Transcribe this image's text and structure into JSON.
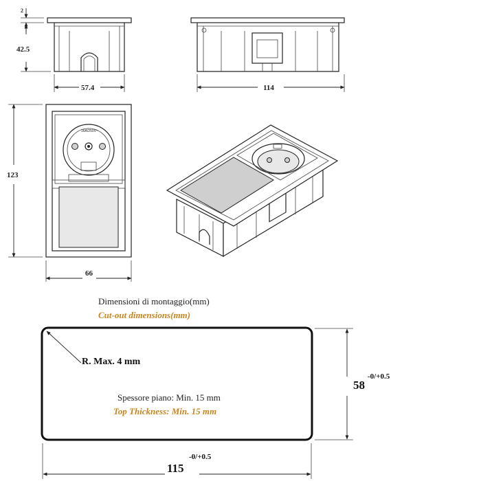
{
  "dims": {
    "top_thickness_label": "2",
    "height_label": "42.5",
    "side_width_label": "57.4",
    "front_width_label": "114",
    "plan_height_label": "123",
    "plan_width_label": "66"
  },
  "cutout": {
    "title_it": "Dimensioni di montaggio(mm)",
    "title_en": "Cut-out dimensions(mm)",
    "radius_label": "R. Max. 4 mm",
    "thickness_it": "Spessore piano: Min. 15 mm",
    "thickness_en": "Top Thickness: Min. 15 mm",
    "height_value": "58",
    "height_tolerance": "-0/+0.5",
    "width_value": "115",
    "width_tolerance": "-0/+0.5"
  },
  "socket_marking": "16A/250V~",
  "colors": {
    "accent": "#c8851e",
    "line": "#222222"
  }
}
